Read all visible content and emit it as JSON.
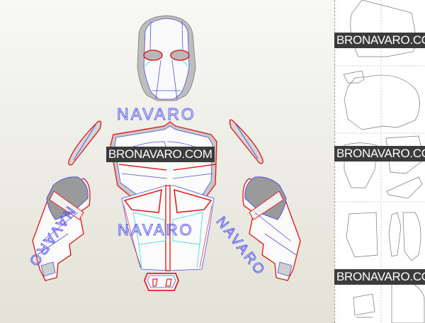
{
  "watermarks": {
    "banner_text": "BRONAVARO.COM",
    "outline_text": "NAVARO"
  },
  "model": {
    "parts": [
      "helmet",
      "left-shoulder",
      "right-shoulder",
      "chest",
      "abdomen",
      "left-forearm",
      "right-forearm",
      "belt-buckle"
    ]
  },
  "colors": {
    "cut_line": "#e02020",
    "fold_line": "#4848e0",
    "valley_line": "#30d8e0",
    "banner_bg": "#3b3b3b"
  }
}
